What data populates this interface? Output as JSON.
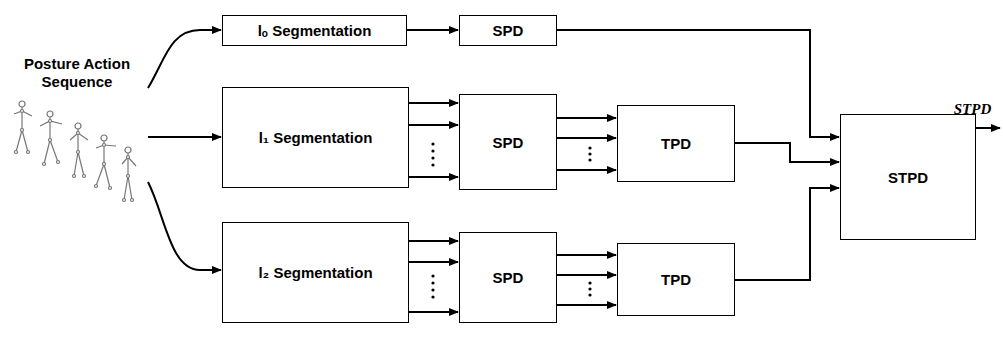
{
  "diagram": {
    "nodes": [
      {
        "text": [
          "lₒ Segmentation"
        ]
      },
      {
        "text": [
          "SPD"
        ]
      },
      {
        "text": [
          "l₁ Segmentation"
        ]
      },
      {
        "text": [
          "SPD"
        ]
      },
      {
        "text": [
          "TPD"
        ]
      },
      {
        "text": [
          "l₂ Segmentation"
        ]
      },
      {
        "text": [
          "SPD"
        ]
      },
      {
        "text": [
          "TPD"
        ]
      },
      {
        "text": [
          "STPD"
        ]
      }
    ],
    "edges": [
      {
        "from": 0,
        "to": 1,
        "arrow": "to"
      },
      {
        "from": 1,
        "to": 8,
        "arrow": "to"
      },
      {
        "from": 2,
        "to": 3,
        "arrow": "to"
      },
      {
        "from": 2,
        "to": 3,
        "arrow": "to"
      },
      {
        "from": 2,
        "to": 3,
        "arrow": "to"
      },
      {
        "from": 3,
        "to": 4,
        "arrow": "to"
      },
      {
        "from": 3,
        "to": 4,
        "arrow": "to"
      },
      {
        "from": 3,
        "to": 4,
        "arrow": "to"
      },
      {
        "from": 4,
        "to": 8,
        "arrow": "to"
      },
      {
        "from": 5,
        "to": 6,
        "arrow": "to"
      },
      {
        "from": 5,
        "to": 6,
        "arrow": "to"
      },
      {
        "from": 5,
        "to": 6,
        "arrow": "to"
      },
      {
        "from": 6,
        "to": 7,
        "arrow": "to"
      },
      {
        "from": 6,
        "to": 7,
        "arrow": "to"
      },
      {
        "from": 6,
        "to": 7,
        "arrow": "to"
      },
      {
        "from": 7,
        "to": 8,
        "arrow": "to"
      }
    ],
    "labels": [
      "Posture Action Sequence",
      "STPD"
    ]
  }
}
